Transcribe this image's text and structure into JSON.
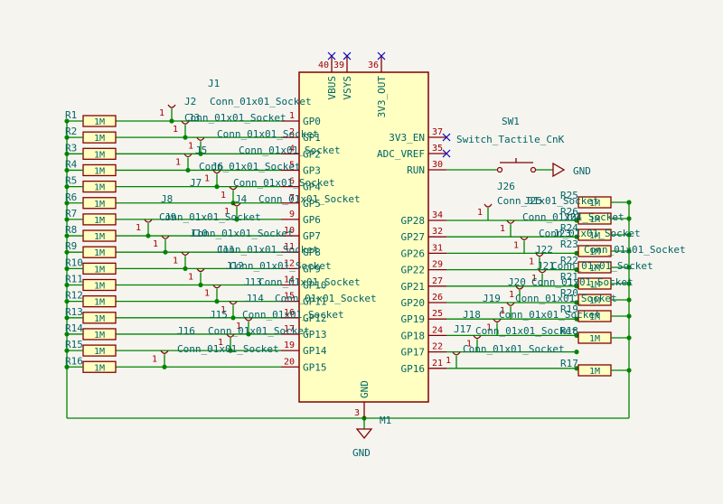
{
  "mcu": {
    "ref": "M1",
    "left_pins": [
      {
        "num": "1",
        "name": "GP0"
      },
      {
        "num": "2",
        "name": "GP1"
      },
      {
        "num": "4",
        "name": "GP2"
      },
      {
        "num": "5",
        "name": "GP3"
      },
      {
        "num": "6",
        "name": "GP4"
      },
      {
        "num": "7",
        "name": "GP5"
      },
      {
        "num": "9",
        "name": "GP6"
      },
      {
        "num": "10",
        "name": "GP7"
      },
      {
        "num": "11",
        "name": "GP8"
      },
      {
        "num": "12",
        "name": "GP9"
      },
      {
        "num": "14",
        "name": "GP10"
      },
      {
        "num": "15",
        "name": "GP11"
      },
      {
        "num": "16",
        "name": "GP12"
      },
      {
        "num": "17",
        "name": "GP13"
      },
      {
        "num": "19",
        "name": "GP14"
      },
      {
        "num": "20",
        "name": "GP15"
      }
    ],
    "right_pins": [
      {
        "num": "37",
        "name": "3V3_EN"
      },
      {
        "num": "35",
        "name": "ADC_VREF"
      },
      {
        "num": "30",
        "name": "RUN"
      },
      {
        "num": "34",
        "name": "GP28"
      },
      {
        "num": "32",
        "name": "GP27"
      },
      {
        "num": "31",
        "name": "GP26"
      },
      {
        "num": "29",
        "name": "GP22"
      },
      {
        "num": "27",
        "name": "GP21"
      },
      {
        "num": "26",
        "name": "GP20"
      },
      {
        "num": "25",
        "name": "GP19"
      },
      {
        "num": "24",
        "name": "GP18"
      },
      {
        "num": "22",
        "name": "GP17"
      },
      {
        "num": "21",
        "name": "GP16"
      }
    ],
    "top_pins": [
      {
        "num": "40",
        "name": "VBUS"
      },
      {
        "num": "39",
        "name": "VSYS"
      },
      {
        "num": "36",
        "name": "3V3_OUT"
      }
    ],
    "bottom_pin": {
      "num": "3",
      "name": "GND"
    }
  },
  "resistors_left": [
    {
      "ref": "R1",
      "value": "1M"
    },
    {
      "ref": "R2",
      "value": "1M"
    },
    {
      "ref": "R3",
      "value": "1M"
    },
    {
      "ref": "R4",
      "value": "1M"
    },
    {
      "ref": "R5",
      "value": "1M"
    },
    {
      "ref": "R6",
      "value": "1M"
    },
    {
      "ref": "R7",
      "value": "1M"
    },
    {
      "ref": "R8",
      "value": "1M"
    },
    {
      "ref": "R9",
      "value": "1M"
    },
    {
      "ref": "R10",
      "value": "1M"
    },
    {
      "ref": "R11",
      "value": "1M"
    },
    {
      "ref": "R12",
      "value": "1M"
    },
    {
      "ref": "R13",
      "value": "1M"
    },
    {
      "ref": "R14",
      "value": "1M"
    },
    {
      "ref": "R15",
      "value": "1M"
    },
    {
      "ref": "R16",
      "value": "1M"
    }
  ],
  "resistors_right": [
    {
      "ref": "R25",
      "value": "1M"
    },
    {
      "ref": "R26",
      "value": "1M"
    },
    {
      "ref": "R24",
      "value": "1M"
    },
    {
      "ref": "R23",
      "value": "1M"
    },
    {
      "ref": "R22",
      "value": "1M"
    },
    {
      "ref": "R21",
      "value": "1M"
    },
    {
      "ref": "R20",
      "value": "1M"
    },
    {
      "ref": "R19",
      "value": "1M"
    },
    {
      "ref": "R18",
      "value": "1M"
    },
    {
      "ref": "R17",
      "value": "1M"
    }
  ],
  "connectors_left": [
    {
      "ref": "J1",
      "value": "Conn_01x01_Socket"
    },
    {
      "ref": "J2",
      "value": "Conn_01x01_Socket"
    },
    {
      "ref": "J3",
      "value": "Conn_01x01_Socket"
    },
    {
      "ref": "J5",
      "value": "Conn_01x01_Socket"
    },
    {
      "ref": "J6",
      "value": "Conn_01x01_Socket"
    },
    {
      "ref": "J7",
      "value": "Conn_01x01_Socket"
    },
    {
      "ref": "J4",
      "value": "Conn_01x01_Socket"
    },
    {
      "ref": "J8",
      "value": "Conn_01x01_Socket"
    },
    {
      "ref": "J9",
      "value": "Conn_01x01_Socket"
    },
    {
      "ref": "J10",
      "value": "Conn_01x01_Socket"
    },
    {
      "ref": "J11",
      "value": "Conn_01x01_Socket"
    },
    {
      "ref": "J12",
      "value": "Conn_01x01_Socket"
    },
    {
      "ref": "J13",
      "value": "Conn_01x01_Socket"
    },
    {
      "ref": "J14",
      "value": "Conn_01x01_Socket"
    },
    {
      "ref": "J15",
      "value": "Conn_01x01_Socket"
    },
    {
      "ref": "J16",
      "value": "Conn_01x01_Socket"
    }
  ],
  "connectors_right": [
    {
      "ref": "J26",
      "value": "Conn_01x01_Socket"
    },
    {
      "ref": "J25",
      "value": "Conn_01x01_Socket"
    },
    {
      "ref": "J24",
      "value": "Conn_01x01_Socket"
    },
    {
      "ref": "J23",
      "value": "Conn_01x01_Socket"
    },
    {
      "ref": "J22",
      "value": "Conn_01x01_Socket"
    },
    {
      "ref": "J21",
      "value": "Conn_01x01_Socket"
    },
    {
      "ref": "J20",
      "value": "Conn_01x01_Socket"
    },
    {
      "ref": "J19",
      "value": "Conn_01x01_Socket"
    },
    {
      "ref": "J18",
      "value": "Conn_01x01_Socket"
    },
    {
      "ref": "J17",
      "value": "Conn_01x01_Socket"
    }
  ],
  "switch": {
    "ref": "SW1",
    "value": "Switch_Tactile_CnK"
  },
  "gnd_label": "GND",
  "pin_one": "1",
  "colors": {
    "wire": "#008400",
    "pin": "#840000",
    "body_fill": "#ffffc2",
    "text": "#006464",
    "pin_number": "#a00000",
    "no_connect": "#0000c8",
    "background": "#f5f4ef"
  }
}
